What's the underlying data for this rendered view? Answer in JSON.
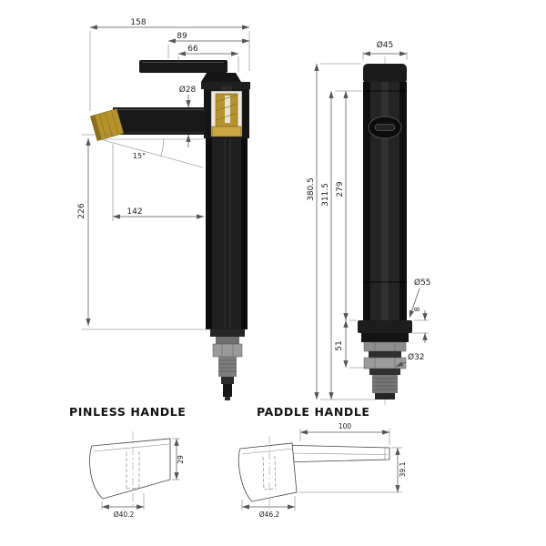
{
  "drawing": {
    "side_view": {
      "dims": {
        "total_width": "158",
        "spout_offset": "89",
        "handle_length": "66",
        "spout_diameter": "Ø28",
        "spout_angle": "15°",
        "spout_reach": "142",
        "outlet_height": "226"
      }
    },
    "front_view": {
      "dims": {
        "top_diameter": "Ø45",
        "total_height": "380.5",
        "upper_height": "311.5",
        "body_height": "279",
        "base_diameter": "Ø55",
        "base_step": "8",
        "shank_length": "51",
        "thread_diameter": "Ø32"
      }
    },
    "pinless_handle": {
      "title": "PINLESS HANDLE",
      "dims": {
        "diameter": "Ø40.2",
        "height": "29"
      }
    },
    "paddle_handle": {
      "title": "PADDLE  HANDLE",
      "dims": {
        "length": "100",
        "diameter": "Ø46.2",
        "height": "39.1"
      }
    },
    "colors": {
      "body": "#181818",
      "brass": "#b5922c",
      "steel": "#9a9a9a",
      "line": "#555555"
    }
  }
}
